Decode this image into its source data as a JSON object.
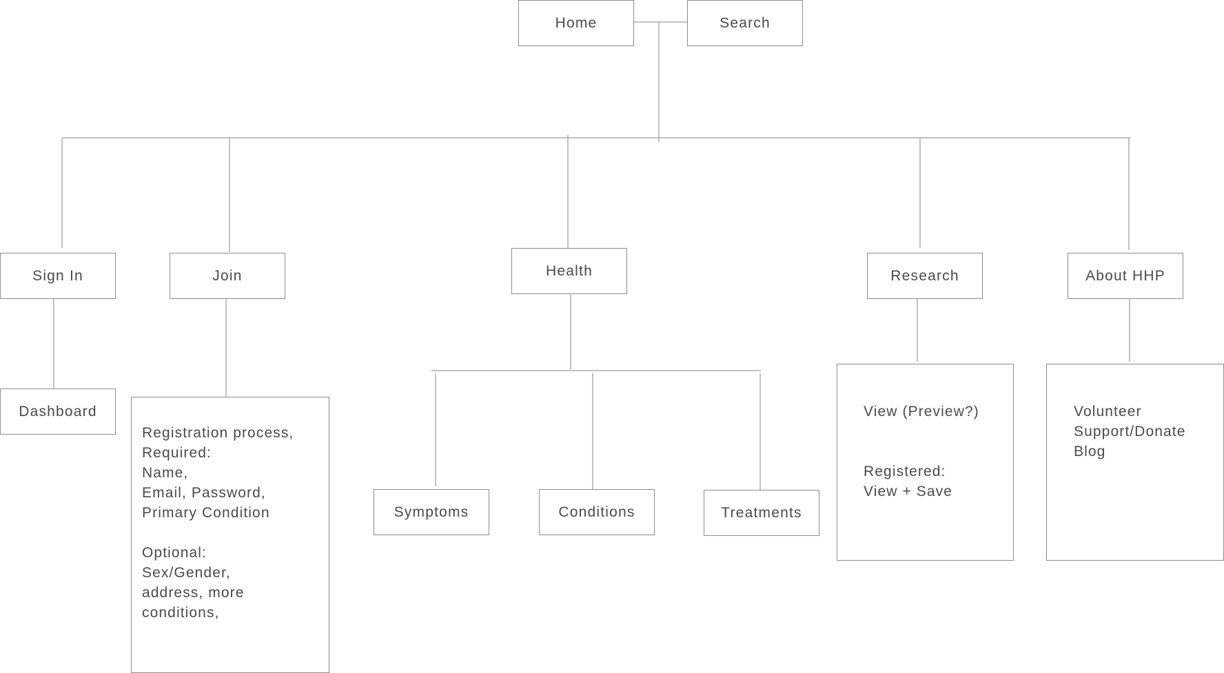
{
  "top": {
    "home": "Home",
    "search": "Search"
  },
  "sections": {
    "sign_in": "Sign In",
    "join": "Join",
    "health": "Health",
    "research": "Research",
    "about": "About HHP"
  },
  "children": {
    "dashboard": "Dashboard",
    "symptoms": "Symptoms",
    "conditions": "Conditions",
    "treatments": "Treatments"
  },
  "join_details": {
    "lines": [
      "Registration process,",
      "Required:",
      "Name,",
      "Email, Password,",
      "Primary Condition",
      "",
      "Optional:",
      "Sex/Gender,",
      "address, more",
      "conditions,"
    ]
  },
  "research_details": {
    "lines": [
      "View (Preview?)",
      "",
      "",
      "Registered:",
      "View + Save"
    ]
  },
  "about_details": {
    "lines": [
      "Volunteer",
      "Support/Donate",
      "Blog"
    ]
  }
}
